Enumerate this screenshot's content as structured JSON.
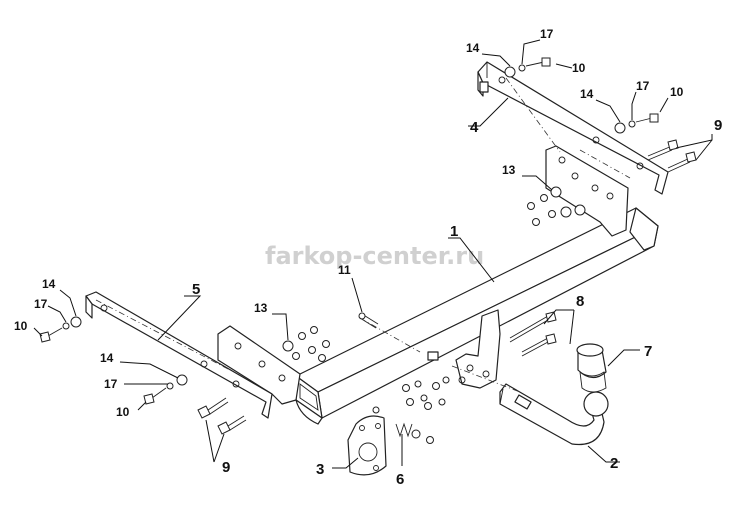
{
  "watermark": "farkop-center.ru",
  "labels": {
    "p1": "1",
    "p2": "2",
    "p3": "3",
    "p4": "4",
    "p5": "5",
    "p6": "6",
    "p7": "7",
    "p8": "8",
    "p9_right": "9",
    "p9_left": "9",
    "p10_tr": "10",
    "p10_tr2": "10",
    "p10_l1": "10",
    "p10_l2": "10",
    "p11": "11",
    "p13_right": "13",
    "p13_left": "13",
    "p14_tr": "14",
    "p14_tr2": "14",
    "p14_l1": "14",
    "p14_l2": "14",
    "p17_tr": "17",
    "p17_tr2": "17",
    "p17_l1": "17",
    "p17_l2": "17"
  }
}
